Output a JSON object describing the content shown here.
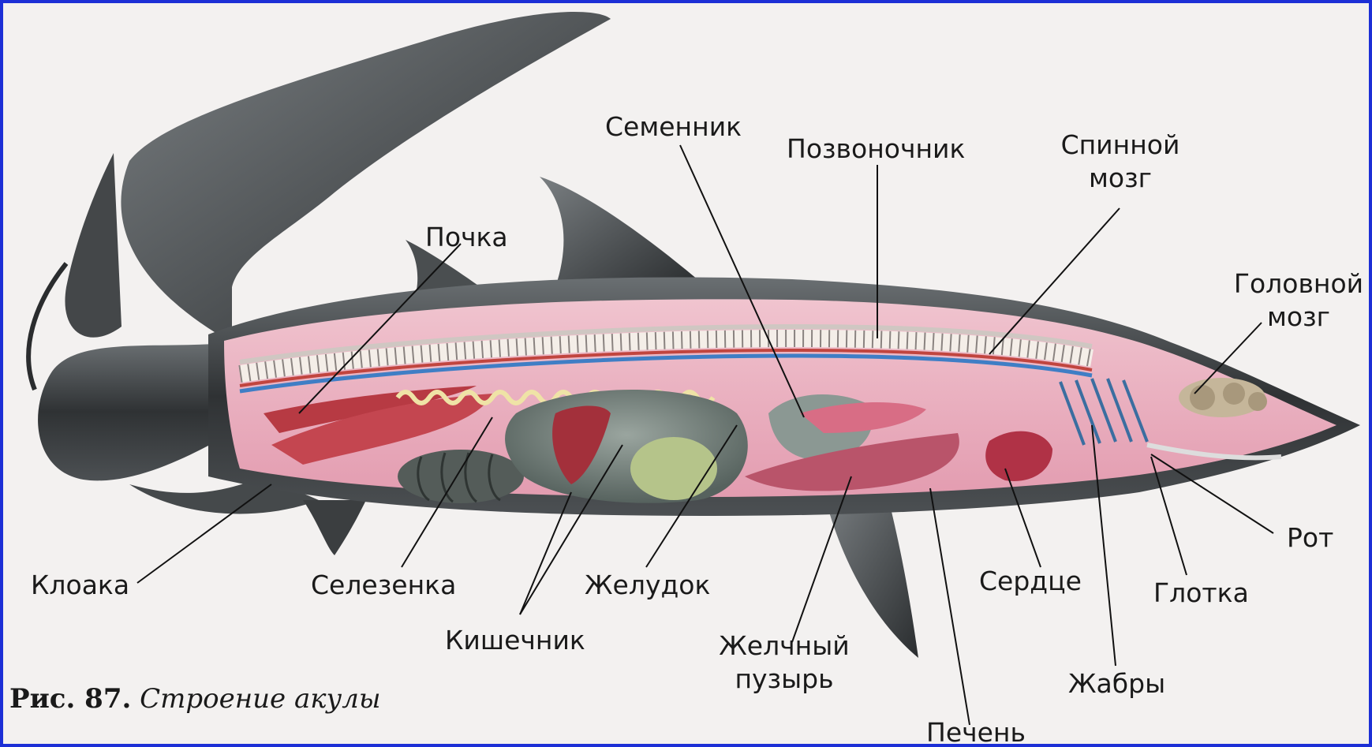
{
  "figure": {
    "caption_number": "Рис. 87.",
    "caption_title": "Строение акулы"
  },
  "labels": {
    "semennik": "Семенник",
    "pozvonochnik": "Позвоночник",
    "spinnoy_line1": "Спинной",
    "spinnoy_line2": "мозг",
    "pochka": "Почка",
    "golovnoy_line1": "Головной",
    "golovnoy_line2": "мозг",
    "rot": "Рот",
    "glotka": "Глотка",
    "serdtse": "Сердце",
    "kloaka": "Клоака",
    "selezenka": "Селезенка",
    "zheludok": "Желудок",
    "kishechnik": "Кишечник",
    "zhelchny_line1": "Желчный",
    "zhelchny_line2": "пузырь",
    "zhabry": "Жабры",
    "pechen": "Печень"
  },
  "colors": {
    "border": "#1c2fd6",
    "skin": "#3a3d3f",
    "muscle": "#e7a9b8",
    "intestine": "#6f7c77",
    "kidney": "#b73a43",
    "liver": "#b9546a"
  }
}
